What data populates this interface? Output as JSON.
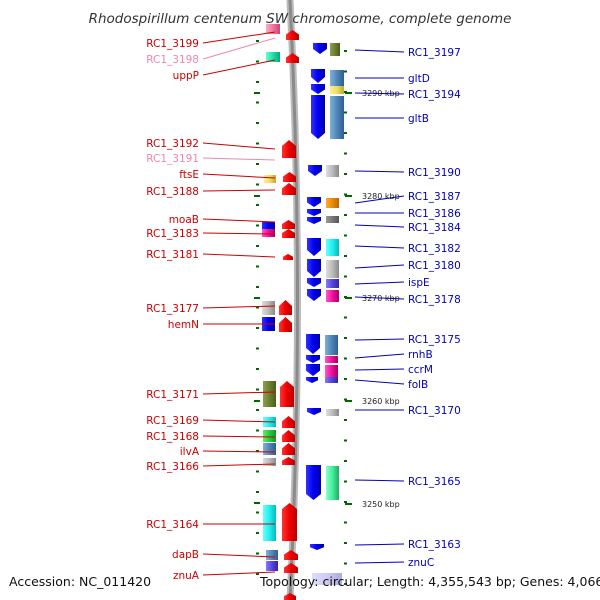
{
  "title": "Rhodospirillum centenum SW chromosome, complete genome",
  "accession": "Accession: NC_011420",
  "topology": "Topology: circular; Length: 4,355,543 bp; Genes: 4,066",
  "colors": {
    "backbone": "#999999",
    "left_label": "#cc0000",
    "left_label_faded": "#ee88aa",
    "right_label": "#0000bb",
    "forward_arrow": "#ee0000",
    "reverse_arrow": "#0000ee",
    "tick": "#006600"
  },
  "scale_ticks": [
    {
      "label": "3290 kbp"
    },
    {
      "label": "3280 kbp"
    },
    {
      "label": "3270 kbp"
    },
    {
      "label": "3260 kbp"
    },
    {
      "label": "3250 kbp"
    }
  ],
  "left_genes": [
    {
      "label": "RC1_3199",
      "faded": false
    },
    {
      "label": "RC1_3198",
      "faded": true
    },
    {
      "label": "uppP",
      "faded": false
    },
    {
      "label": "RC1_3192",
      "faded": false
    },
    {
      "label": "RC1_3191",
      "faded": true
    },
    {
      "label": "ftsE",
      "faded": false
    },
    {
      "label": "RC1_3188",
      "faded": false
    },
    {
      "label": "moaB",
      "faded": false
    },
    {
      "label": "RC1_3183",
      "faded": false
    },
    {
      "label": "RC1_3181",
      "faded": false
    },
    {
      "label": "RC1_3177",
      "faded": false
    },
    {
      "label": "hemN",
      "faded": false
    },
    {
      "label": "RC1_3171",
      "faded": false
    },
    {
      "label": "RC1_3169",
      "faded": false
    },
    {
      "label": "RC1_3168",
      "faded": false
    },
    {
      "label": "ilvA",
      "faded": false
    },
    {
      "label": "RC1_3166",
      "faded": false
    },
    {
      "label": "RC1_3164",
      "faded": false
    },
    {
      "label": "dapB",
      "faded": false
    },
    {
      "label": "znuA",
      "faded": false
    }
  ],
  "right_genes": [
    {
      "label": "RC1_3197"
    },
    {
      "label": "gltD"
    },
    {
      "label": "RC1_3194"
    },
    {
      "label": "gltB"
    },
    {
      "label": "RC1_3190"
    },
    {
      "label": "RC1_3187"
    },
    {
      "label": "RC1_3186"
    },
    {
      "label": "RC1_3184"
    },
    {
      "label": "RC1_3182"
    },
    {
      "label": "RC1_3180"
    },
    {
      "label": "ispE"
    },
    {
      "label": "RC1_3178"
    },
    {
      "label": "RC1_3175"
    },
    {
      "label": "rnhB"
    },
    {
      "label": "ccrM"
    },
    {
      "label": "folB"
    },
    {
      "label": "RC1_3170"
    },
    {
      "label": "RC1_3165"
    },
    {
      "label": "RC1_3163"
    },
    {
      "label": "znuC"
    }
  ]
}
